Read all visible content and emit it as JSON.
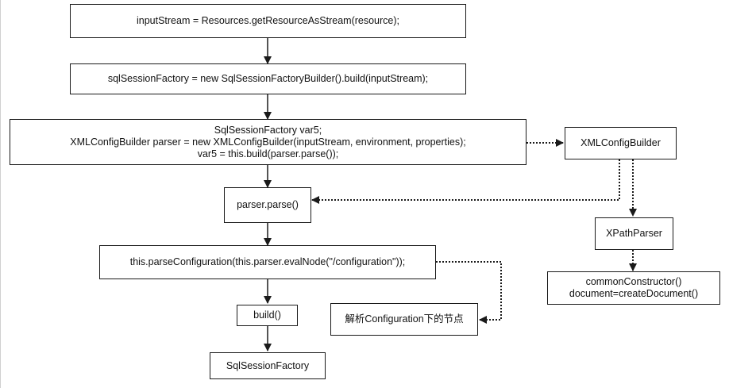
{
  "nodes": {
    "input_stream": "inputStream = Resources.getResourceAsStream(resource);",
    "sql_session_factory_build": "sqlSessionFactory = new SqlSessionFactoryBuilder().build(inputStream);",
    "build_method_body": {
      "line1": "SqlSessionFactory var5;",
      "line2": "XMLConfigBuilder parser = new XMLConfigBuilder(inputStream, environment, properties);",
      "line3": "var5 = this.build(parser.parse());"
    },
    "xml_config_builder": "XMLConfigBuilder",
    "parser_parse": "parser.parse()",
    "xpath_parser": "XPathParser",
    "parse_configuration": "this.parseConfiguration(this.parser.evalNode(\"/configuration\"));",
    "common_constructor": {
      "line1": "commonConstructor()",
      "line2": "document=createDocument()"
    },
    "build_call": "build()",
    "parse_configuration_note": "解析Configuration下的节点",
    "sql_session_factory_result": "SqlSessionFactory"
  },
  "colors": {
    "stroke": "#1a1a1a",
    "background": "#ffffff"
  }
}
